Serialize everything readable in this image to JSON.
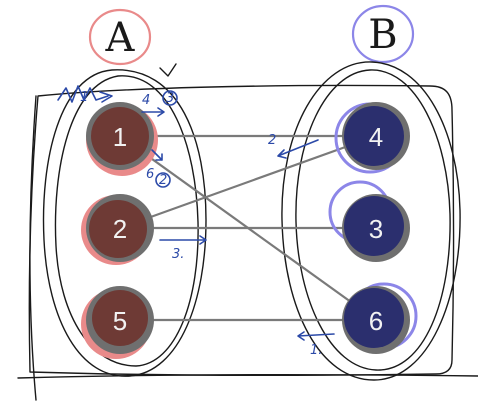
{
  "set_labels": {
    "left": "A",
    "right": "B"
  },
  "colors": {
    "node_gray": "#6f6f6f",
    "left_fill": "#6e3a35",
    "right_fill": "#2b2f6e",
    "pink": "#e98a8a",
    "purple": "#8c86e8",
    "ink_blue": "#2c4aa8"
  },
  "nodes_left": [
    {
      "id": "n1",
      "label": "1"
    },
    {
      "id": "n2",
      "label": "2"
    },
    {
      "id": "n5",
      "label": "5"
    }
  ],
  "nodes_right": [
    {
      "id": "n4",
      "label": "4"
    },
    {
      "id": "n3",
      "label": "3"
    },
    {
      "id": "n6",
      "label": "6"
    }
  ],
  "edges": [
    {
      "from": "1",
      "to": "4"
    },
    {
      "from": "1",
      "to": "6"
    },
    {
      "from": "2",
      "to": "4"
    },
    {
      "from": "2",
      "to": "3"
    },
    {
      "from": "5",
      "to": "6"
    }
  ],
  "annotations": {
    "top_left_scribble": "1",
    "edge_1_4": "4",
    "edge_1_4_circled": "3",
    "edge_1_6": "6",
    "edge_1_6_circled": "2",
    "edge_4_2": "2",
    "edge_2_3": "3.",
    "edge_6_5": "1."
  }
}
